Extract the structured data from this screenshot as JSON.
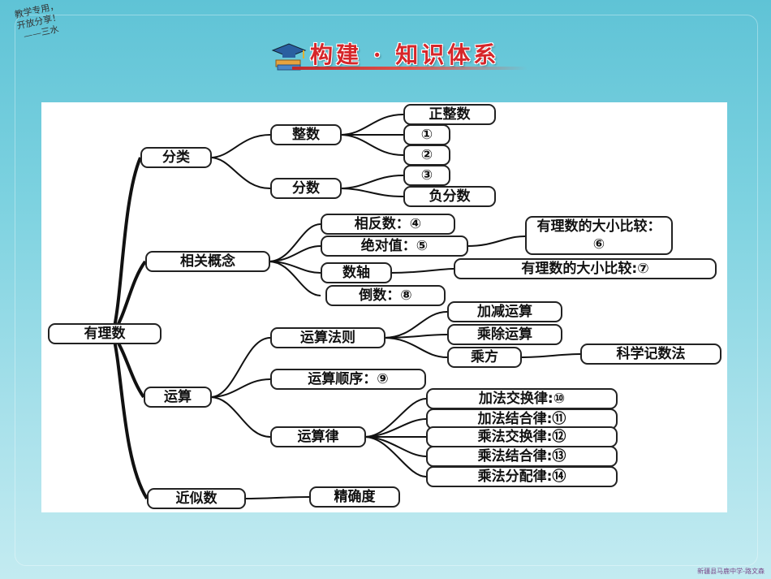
{
  "watermark": {
    "line1": "教学专用，",
    "line2": "开放分享！",
    "line3": "——三水"
  },
  "header": {
    "title": "构建 · 知识体系",
    "icon": "graduation-cap-book-icon"
  },
  "diagram": {
    "root": "有理数",
    "fenlei": "分类",
    "zhengshu": "整数",
    "zhengzhengshu": "正整数",
    "c1": "①",
    "c2": "②",
    "fenshu": "分数",
    "c3": "③",
    "fufenshu": "负分数",
    "xiangguan": "相关概念",
    "xiangfanshu": "相反数：④",
    "jueduizhi": "绝对值：⑤",
    "bijiao6": "有理数的大小比较：⑥",
    "shuzhou": "数轴",
    "bijiao7": "有理数的大小比较:⑦",
    "daoshu": "倒数：⑧",
    "yunsuan": "运算",
    "fazhe": "运算法则",
    "jiajian": "加减运算",
    "chengchu": "乘除运算",
    "chengfang": "乘方",
    "kexue": "科学记数法",
    "shunxu": "运算顺序：⑨",
    "yunsuanlv": "运算律",
    "lv10": "加法交换律:⑩",
    "lv11": "加法结合律:⑪",
    "lv12": "乘法交换律:⑫",
    "lv13": "乘法结合律:⑬",
    "lv14": "乘法分配律:⑭",
    "jinsishu": "近似数",
    "jingque": "精确度"
  },
  "footer": {
    "credit": "新疆县马鹿中学-路文森"
  }
}
